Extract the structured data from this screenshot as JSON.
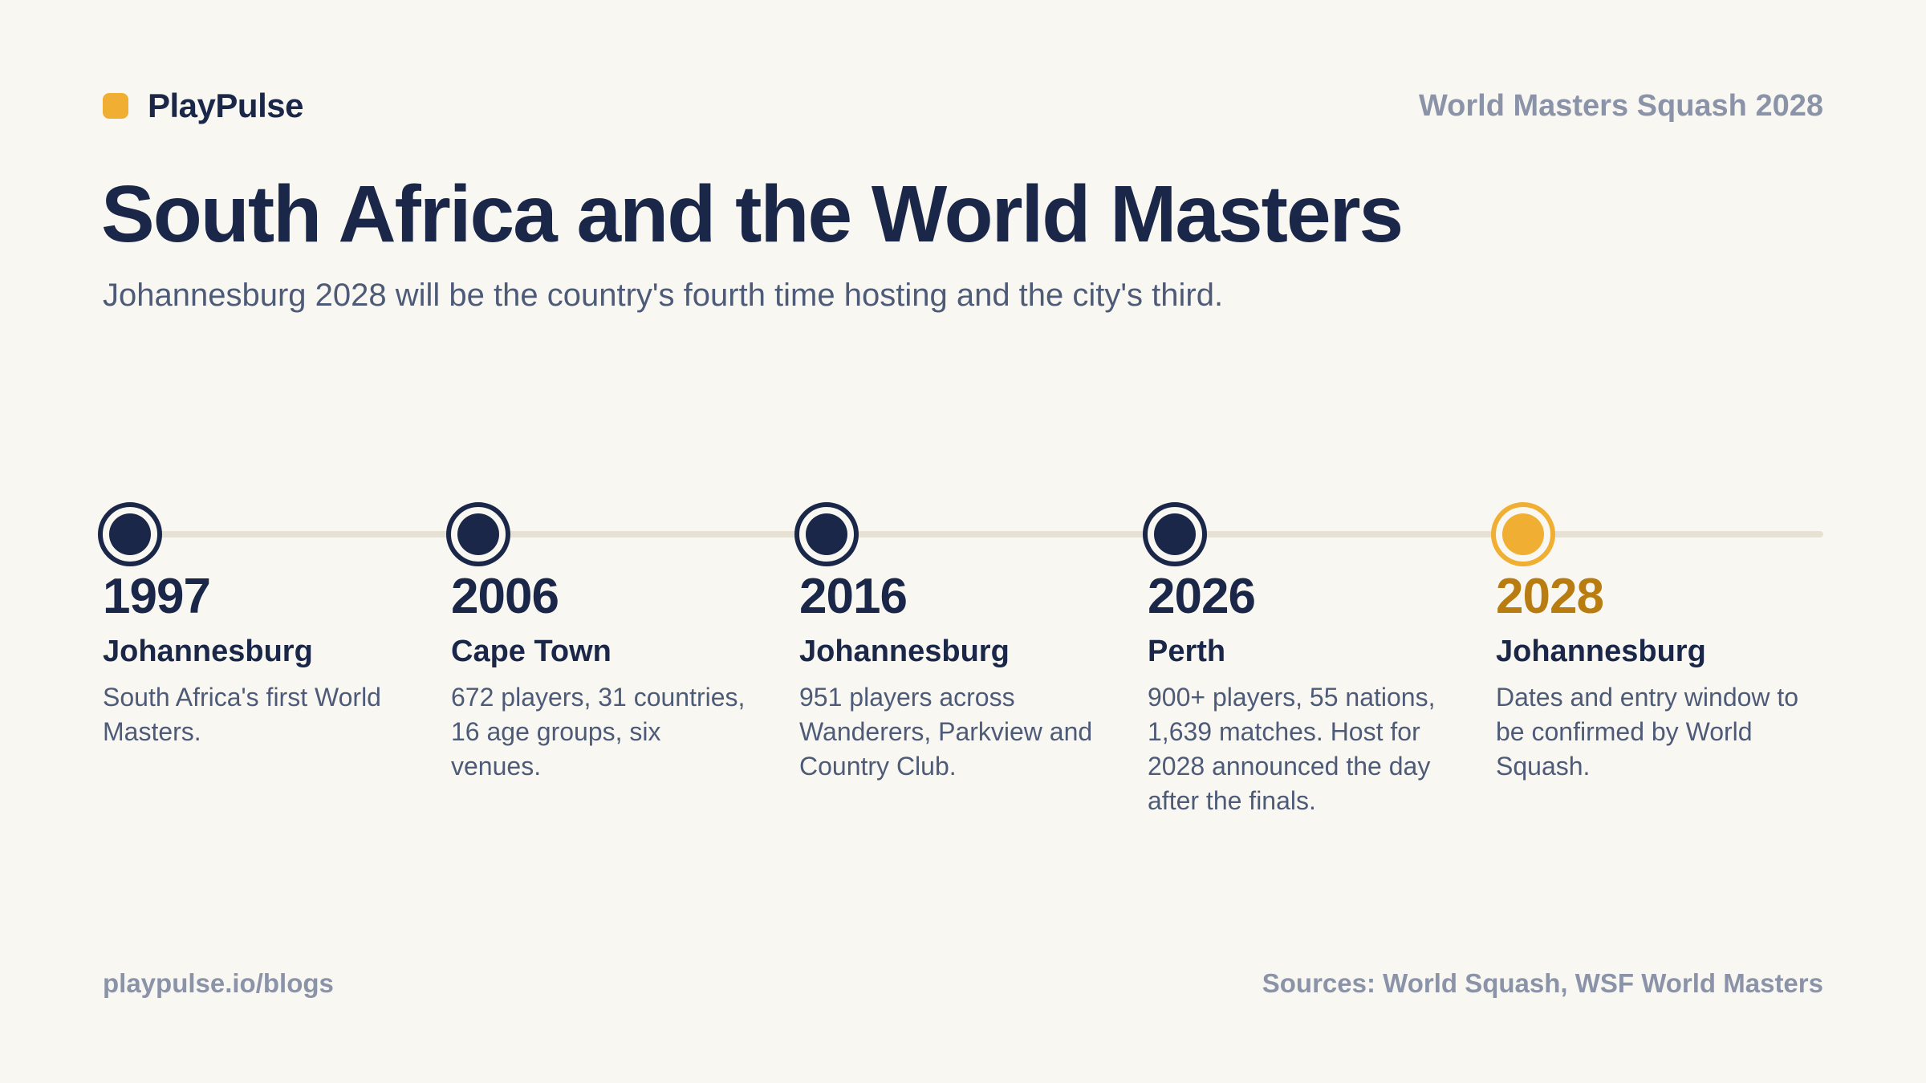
{
  "brand": {
    "name": "PlayPulse"
  },
  "event_tag": "World Masters Squash 2028",
  "title": "South Africa and the World Masters",
  "subtitle": "Johannesburg 2028 will be the country's fourth time hosting and the city's third.",
  "timeline": [
    {
      "year": "1997",
      "city": "Johannesburg",
      "description": "South Africa's first World Masters."
    },
    {
      "year": "2006",
      "city": "Cape Town",
      "description": "672 players, 31 countries, 16 age groups, six venues."
    },
    {
      "year": "2016",
      "city": "Johannesburg",
      "description": "951 players across Wanderers, Parkview and Country Club."
    },
    {
      "year": "2026",
      "city": "Perth",
      "description": "900+ players, 55 nations, 1,639 matches. Host for 2028 announced the day after the finals."
    },
    {
      "year": "2028",
      "city": "Johannesburg",
      "description": "Dates and entry window to be confirmed by World Squash."
    }
  ],
  "colors": {
    "navy": "#1b2748",
    "accent": "#f0ae32",
    "accent_text": "#b87c10",
    "muted": "#8a93a8",
    "track": "#e6e1d2"
  },
  "footer": {
    "url": "playpulse.io/blogs",
    "sources": "Sources: World Squash, WSF World Masters"
  }
}
